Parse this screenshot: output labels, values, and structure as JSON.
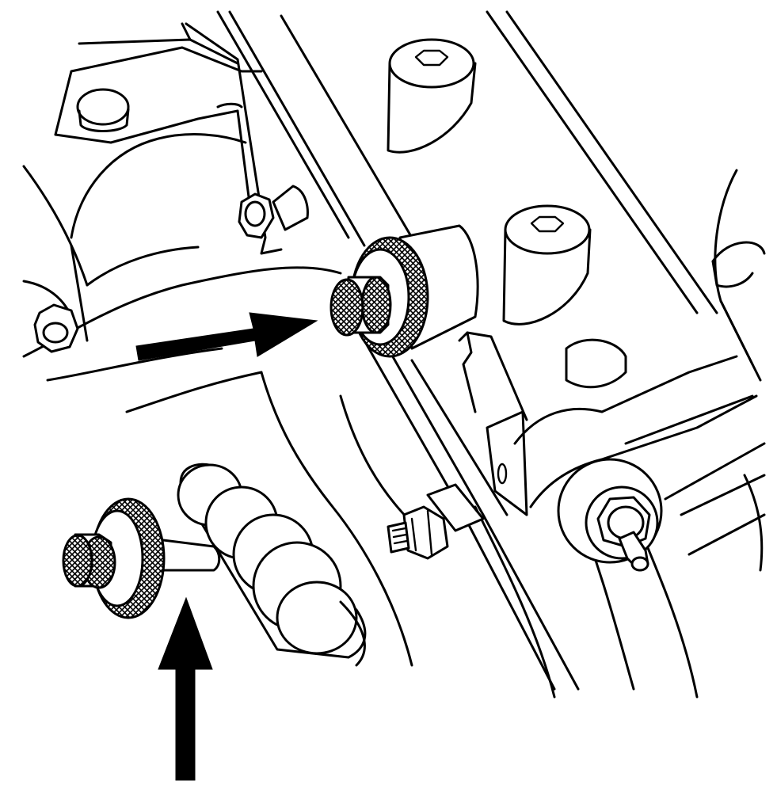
{
  "figure": {
    "type": "technical line drawing",
    "style": "black ink on white",
    "callouts": [
      {
        "name": "arrow-right",
        "direction": "right",
        "target": "knurled-thumb-screw-upper"
      },
      {
        "name": "arrow-up",
        "direction": "up",
        "target": "knurled-thumb-screw-lower"
      }
    ],
    "parts": [
      "knurled-thumb-screw",
      "hex-socket-bolt",
      "hex-nut",
      "bracket",
      "hose",
      "stud"
    ]
  },
  "colors": {
    "ink": "#000000",
    "paper": "#ffffff"
  }
}
